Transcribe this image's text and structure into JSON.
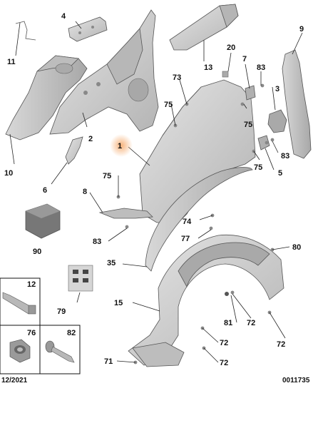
{
  "callouts": {
    "c1": "1",
    "c2": "2",
    "c3": "3",
    "c4": "4",
    "c5": "5",
    "c6": "6",
    "c7": "7",
    "c8": "8",
    "c9": "9",
    "c10": "10",
    "c11": "11",
    "c12": "12",
    "c13": "13",
    "c15": "15",
    "c20": "20",
    "c35": "35",
    "c71": "71",
    "c72a": "72",
    "c72b": "72",
    "c72c": "72",
    "c72d": "72",
    "c73": "73",
    "c74": "74",
    "c75a": "75",
    "c75b": "75",
    "c75c": "75",
    "c75d": "75",
    "c76": "76",
    "c77": "77",
    "c79": "79",
    "c80": "80",
    "c81": "81",
    "c82": "82",
    "c83a": "83",
    "c83b": "83",
    "c83c": "83",
    "c90": "90"
  },
  "footer": {
    "date": "12/2021",
    "ref": "0011735"
  },
  "colors": {
    "part_fill": "#c9c9c9",
    "part_dark": "#9a9a9a",
    "highlight": "#f0a060",
    "line": "#222222"
  }
}
